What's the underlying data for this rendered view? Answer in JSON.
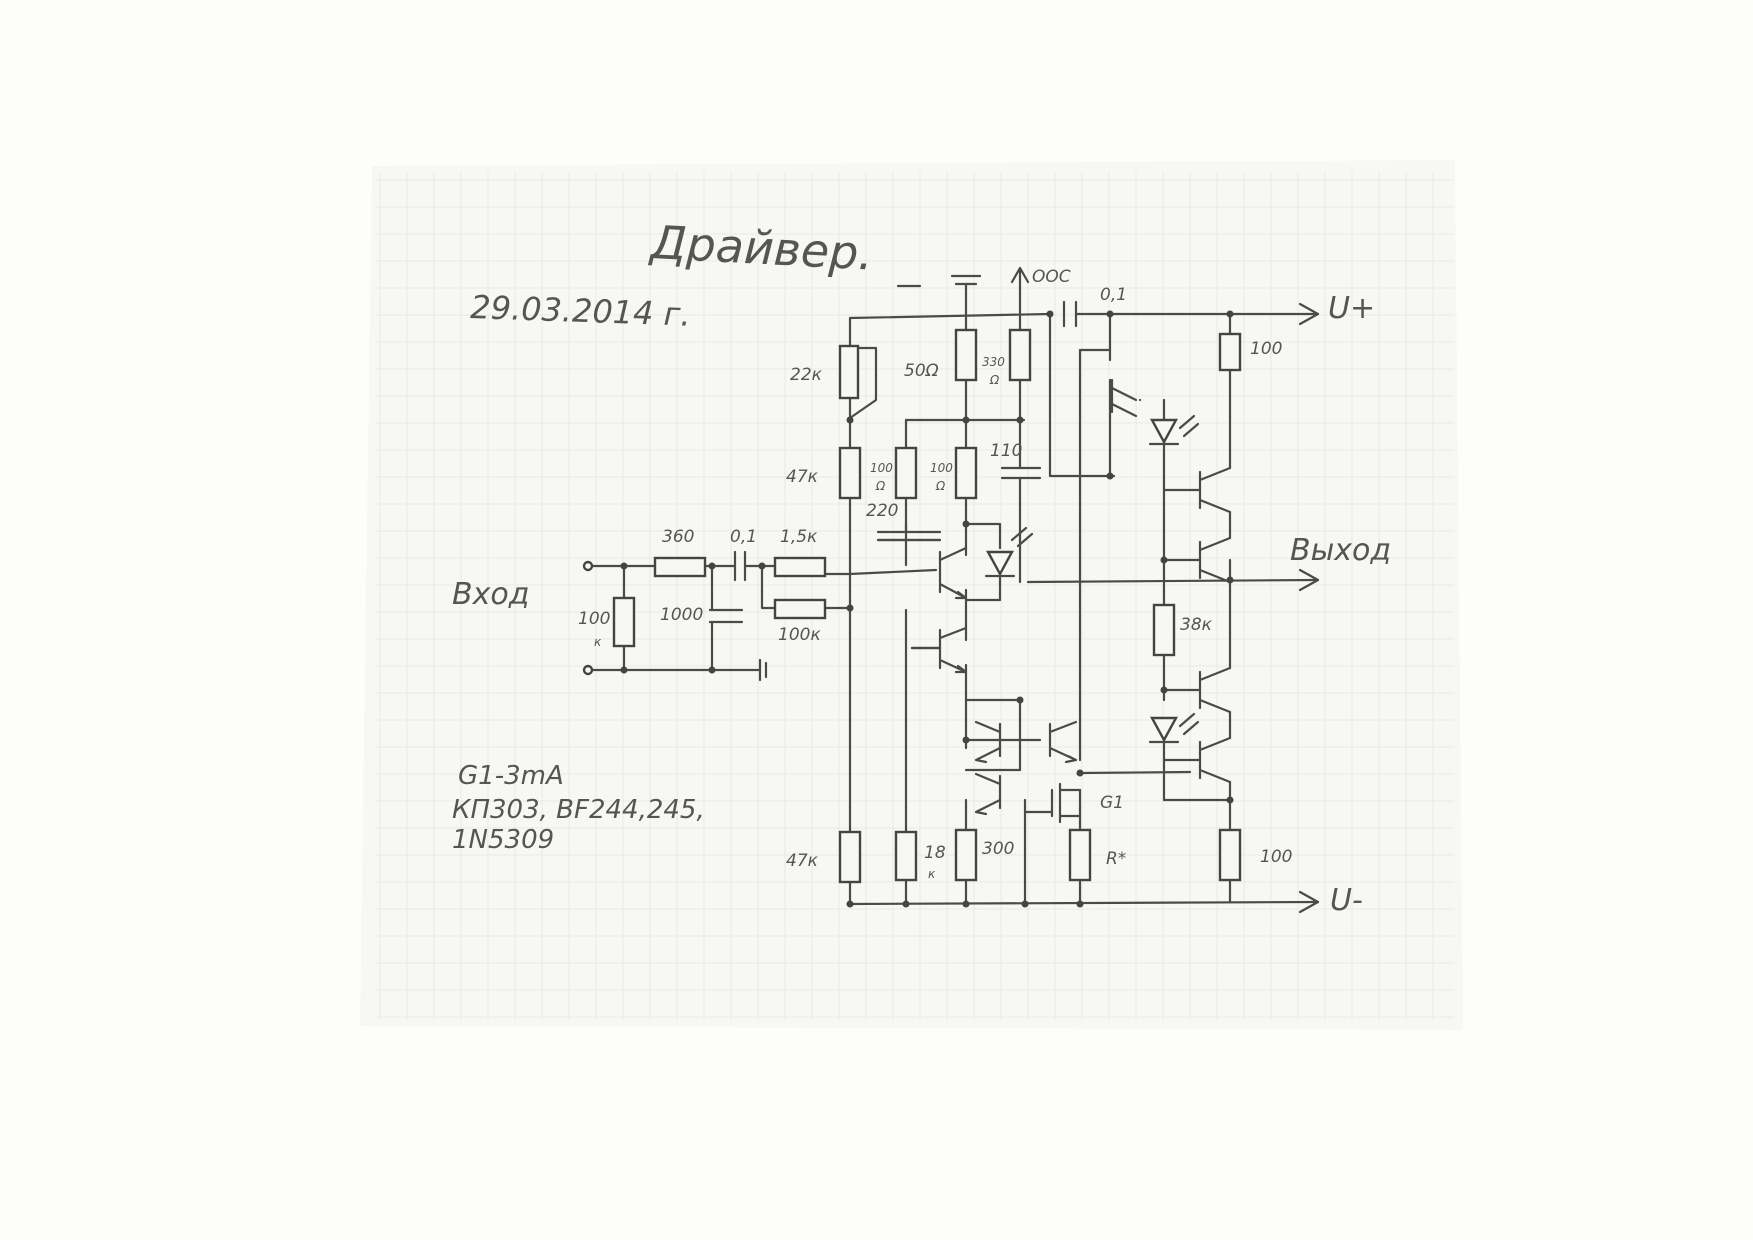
{
  "title": "Драйвер.",
  "date": "29.03.2014 г.",
  "terminals": {
    "input": "Вход",
    "output": "Выход",
    "v_plus": "U+",
    "v_minus": "U-",
    "feedback": "ООС"
  },
  "notes": [
    "G1-3mA",
    "КП303, BF244,245,",
    "1N5309"
  ],
  "components": {
    "r_in_100k": "100",
    "r_in_100k_unit": "к",
    "c_1000": "1000",
    "r_360": "360",
    "c_0_1_in": "0,1",
    "r_1_5k": "1,5к",
    "r_100k": "100к",
    "r_22k": "22к",
    "r_47k_top": "47к",
    "r_47k_bottom": "47к",
    "r_50": "50Ω",
    "r_330": "330",
    "r_330_unit": "Ω",
    "r_100_a": "100",
    "r_100_a_unit": "Ω",
    "r_100_b": "100",
    "r_100_b_unit": "Ω",
    "c_110": "110",
    "c_220": "220",
    "c_0_1_fb": "0,1",
    "r_100_top": "100",
    "r_38k": "38к",
    "r_100_bottom": "100",
    "r_18k": "18",
    "r_18k_unit": "к",
    "r_300": "300",
    "r_star": "R*",
    "g1": "G1"
  }
}
